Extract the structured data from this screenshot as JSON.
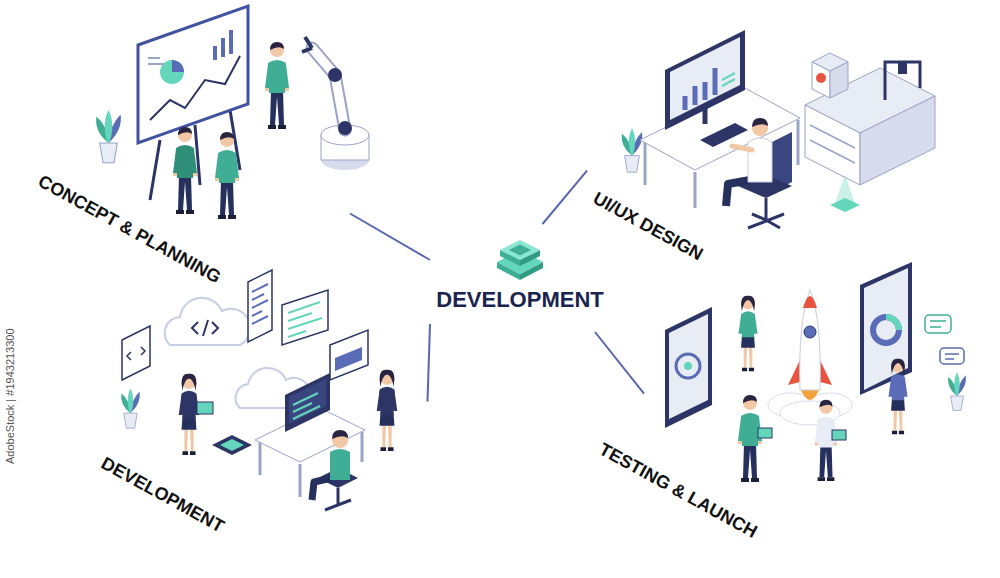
{
  "diagram": {
    "nodes": [
      {
        "text": [
          "CONCEPT & PLANNING"
        ]
      },
      {
        "text": [
          "UI/UX DESIGN"
        ]
      },
      {
        "text": [
          "DEVELOPMENT"
        ]
      },
      {
        "text": [
          "DEVELOPMENT"
        ]
      },
      {
        "text": [
          "TESTING & LAUNCH"
        ]
      }
    ],
    "edges": [
      {
        "from": 2,
        "to": 0,
        "arrow": "none"
      },
      {
        "from": 2,
        "to": 1,
        "arrow": "none"
      },
      {
        "from": 2,
        "to": 3,
        "arrow": "none"
      },
      {
        "from": 2,
        "to": 4,
        "arrow": "none"
      }
    ],
    "labels": [
      "AdobeStock | #1943213300"
    ]
  }
}
